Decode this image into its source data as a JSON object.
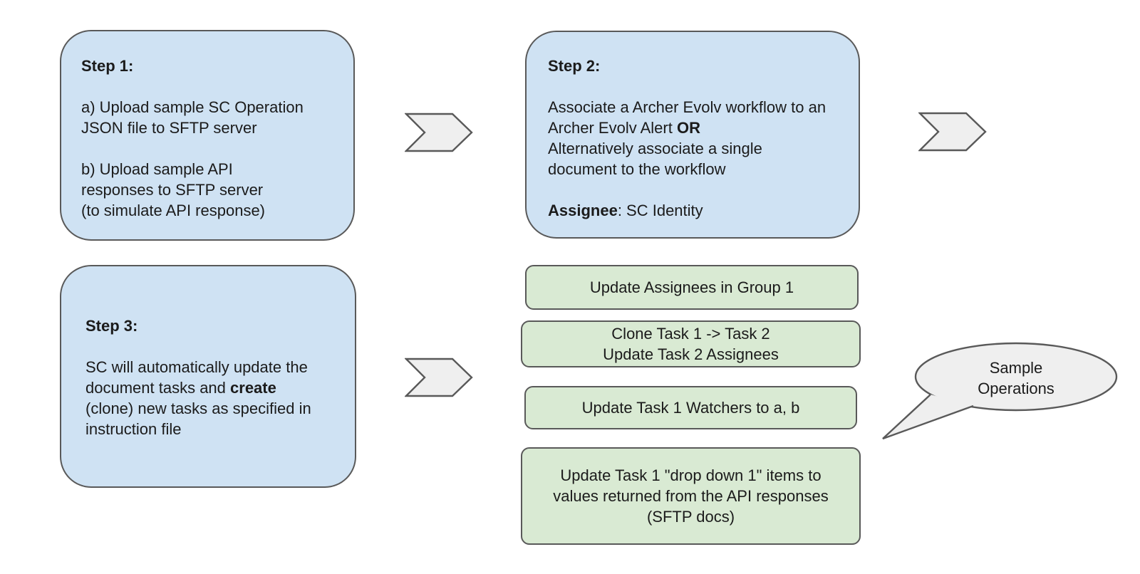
{
  "colors": {
    "blue_fill": "#cfe2f3",
    "green_fill": "#d9ead3",
    "shape_fill": "#efefef",
    "border_gray": "#595959",
    "text": "#1b1b1b"
  },
  "steps": [
    {
      "name": "Step 1",
      "lines": [
        [
          {
            "t": "Step 1:",
            "b": true
          }
        ],
        [],
        [
          {
            "t": "a) Upload sample SC Operation"
          }
        ],
        [
          {
            "t": "JSON file to SFTP server"
          }
        ],
        [],
        [
          {
            "t": "b) Upload sample API"
          }
        ],
        [
          {
            "t": "responses to SFTP server"
          }
        ],
        [
          {
            "t": "(to simulate API response)"
          }
        ]
      ]
    },
    {
      "name": "Step 2",
      "lines": [
        [
          {
            "t": "Step 2:",
            "b": true
          }
        ],
        [],
        [
          {
            "t": "Associate a Archer Evolv workflow to an"
          }
        ],
        [
          {
            "t": "Archer Evolv Alert "
          },
          {
            "t": "OR",
            "b": true
          }
        ],
        [
          {
            "t": "Alternatively associate a single"
          }
        ],
        [
          {
            "t": "document to the workflow"
          }
        ],
        [],
        [
          {
            "t": "Assignee",
            "b": true
          },
          {
            "t": ": SC Identity"
          }
        ]
      ]
    },
    {
      "name": "Step 3",
      "lines": [
        [
          {
            "t": "Step 3:",
            "b": true
          }
        ],
        [],
        [
          {
            "t": "SC will automatically update the"
          }
        ],
        [
          {
            "t": "document tasks and "
          },
          {
            "t": "create",
            "b": true
          }
        ],
        [
          {
            "t": "(clone) new tasks as specified in"
          }
        ],
        [
          {
            "t": "instruction file"
          }
        ]
      ]
    }
  ],
  "operations": [
    {
      "lines": [
        [
          "Update Assignees in Group 1"
        ]
      ]
    },
    {
      "lines": [
        [
          "Clone Task 1 -> Task 2"
        ],
        [
          "Update Task 2 Assignees"
        ]
      ]
    },
    {
      "lines": [
        [
          "Update Task 1 Watchers to a, b"
        ]
      ]
    },
    {
      "lines": [
        [
          "Update Task 1 \"drop down 1\" items to"
        ],
        [
          "values returned from the API responses"
        ],
        [
          "(SFTP docs)"
        ]
      ]
    }
  ],
  "callout": {
    "lines": [
      [
        "Sample"
      ],
      [
        "Operations"
      ]
    ]
  }
}
